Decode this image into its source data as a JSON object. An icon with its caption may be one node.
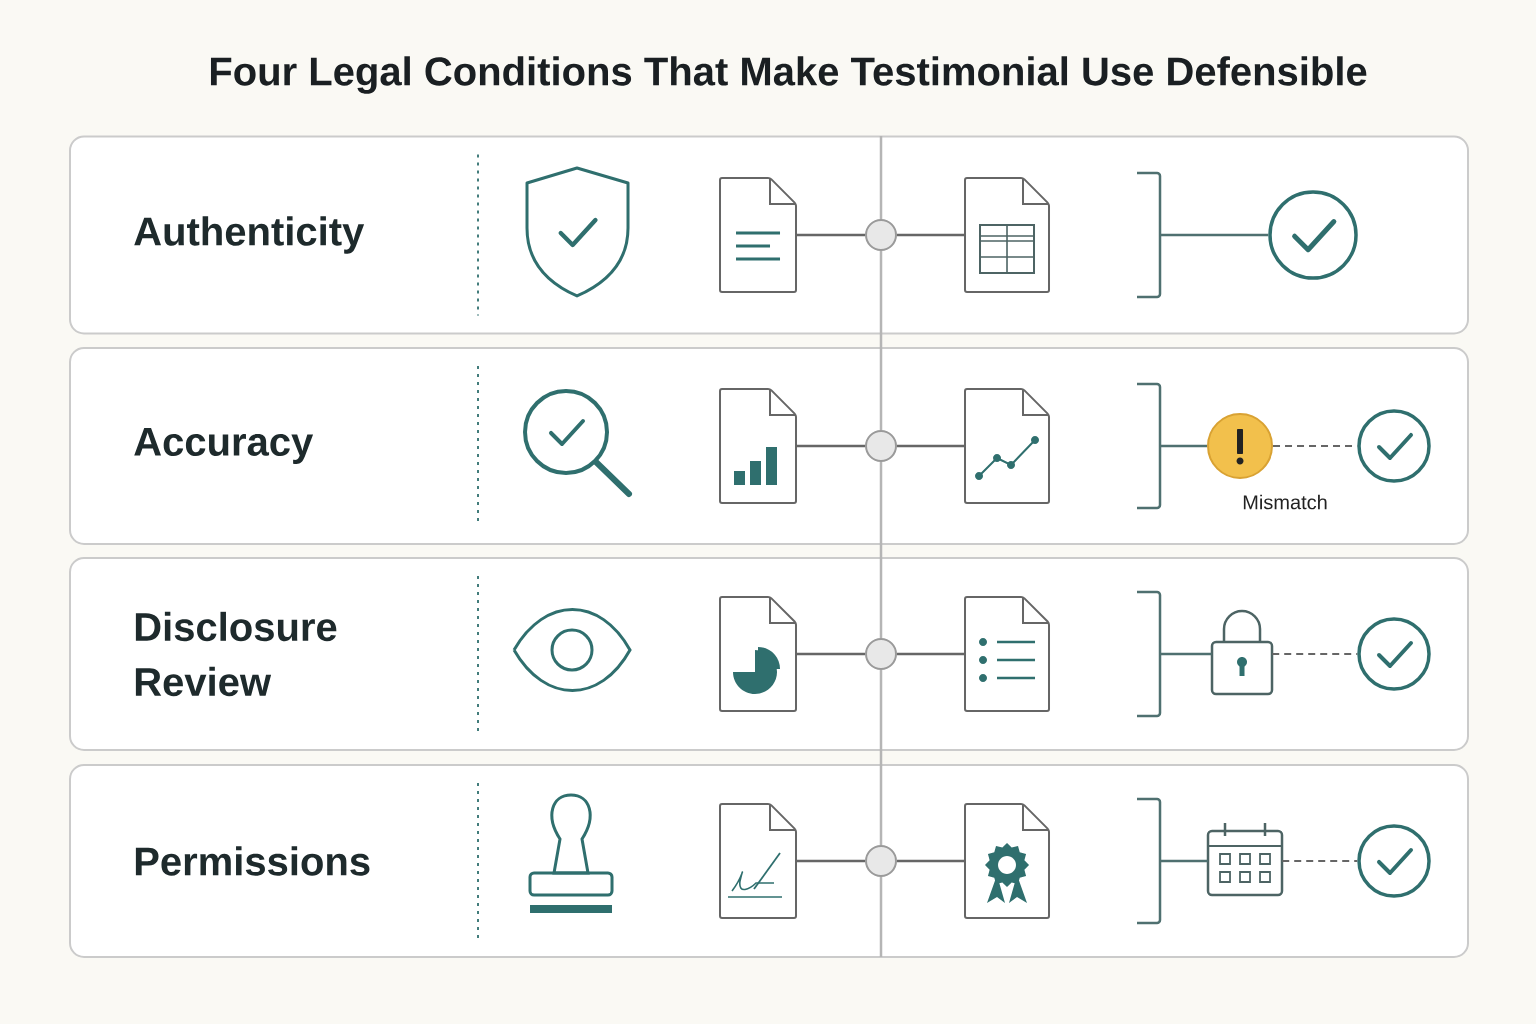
{
  "diagram": {
    "title": "Four Legal Conditions That Make Testimonial Use Defensible",
    "nodes": [
      {
        "text": [
          "Authenticity"
        ]
      },
      {
        "text": [],
        "shape": "document",
        "in": 0
      },
      {
        "text": [],
        "shape": "circle",
        "in": 0
      },
      {
        "text": [],
        "shape": "document",
        "in": 0
      },
      {
        "text": [],
        "shape": "bracket",
        "in": 0
      },
      {
        "text": [],
        "shape": "circle",
        "in": 0
      },
      {
        "text": [
          "Accuracy"
        ]
      },
      {
        "text": [],
        "shape": "document",
        "in": 6
      },
      {
        "text": [],
        "shape": "circle",
        "in": 6
      },
      {
        "text": [],
        "shape": "document",
        "in": 6
      },
      {
        "text": [],
        "shape": "bracket",
        "in": 6
      },
      {
        "text": [],
        "shape": "circle",
        "in": 6,
        "beside": [
          "Mismatch"
        ]
      },
      {
        "text": [],
        "shape": "circle",
        "in": 6
      },
      {
        "text": [
          "Disclosure Review"
        ]
      },
      {
        "text": [],
        "shape": "document",
        "in": 13
      },
      {
        "text": [],
        "shape": "circle",
        "in": 13
      },
      {
        "text": [],
        "shape": "document",
        "in": 13
      },
      {
        "text": [],
        "shape": "bracket",
        "in": 13
      },
      {
        "text": [],
        "shape": "lock",
        "in": 13
      },
      {
        "text": [],
        "shape": "circle",
        "in": 13
      },
      {
        "text": [
          "Permissions"
        ]
      },
      {
        "text": [],
        "shape": "document",
        "in": 20
      },
      {
        "text": [],
        "shape": "circle",
        "in": 20
      },
      {
        "text": [],
        "shape": "document",
        "in": 20
      },
      {
        "text": [],
        "shape": "bracket",
        "in": 20
      },
      {
        "text": [],
        "shape": "calendar",
        "in": 20
      },
      {
        "text": [],
        "shape": "circle",
        "in": 20
      }
    ],
    "edges": [
      {
        "from": null,
        "to": 2,
        "arrow": "none",
        "color": "#b5b5b5"
      },
      {
        "from": 2,
        "to": 8,
        "arrow": "none",
        "color": "#b5b5b5"
      },
      {
        "from": 8,
        "to": 15,
        "arrow": "none",
        "color": "#b5b5b5"
      },
      {
        "from": 15,
        "to": 22,
        "arrow": "none",
        "color": "#b5b5b5"
      },
      {
        "from": 22,
        "to": null,
        "arrow": "none",
        "color": "#b5b5b5"
      },
      {
        "from": 1,
        "to": 2,
        "arrow": "none"
      },
      {
        "from": 2,
        "to": 3,
        "arrow": "none"
      },
      {
        "from": 4,
        "to": 5,
        "arrow": "none",
        "color": "#4f7070"
      },
      {
        "from": 7,
        "to": 8,
        "arrow": "none"
      },
      {
        "from": 8,
        "to": 9,
        "arrow": "none"
      },
      {
        "from": 10,
        "to": 11,
        "arrow": "none",
        "color": "#4f7070"
      },
      {
        "from": 11,
        "to": 12,
        "arrow": "none",
        "style": "dashed"
      },
      {
        "from": 14,
        "to": 15,
        "arrow": "none"
      },
      {
        "from": 15,
        "to": 16,
        "arrow": "none"
      },
      {
        "from": 17,
        "to": 18,
        "arrow": "none",
        "color": "#4f7070"
      },
      {
        "from": 18,
        "to": 19,
        "arrow": "none",
        "style": "dashed"
      },
      {
        "from": 21,
        "to": 22,
        "arrow": "none"
      },
      {
        "from": 22,
        "to": 23,
        "arrow": "none"
      },
      {
        "from": 24,
        "to": 25,
        "arrow": "none",
        "color": "#4f7070"
      },
      {
        "from": 25,
        "to": 26,
        "arrow": "none",
        "style": "dashed"
      }
    ]
  }
}
